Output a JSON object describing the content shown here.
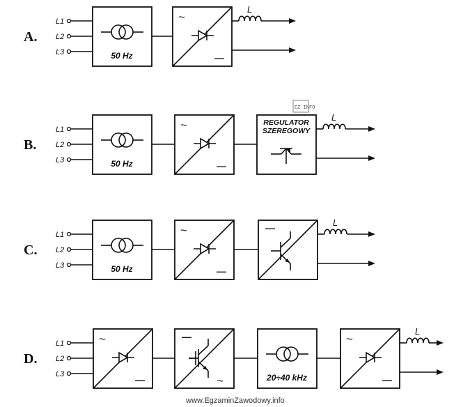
{
  "options": [
    {
      "label": "A.",
      "phases": [
        "L1",
        "L2",
        "L3"
      ],
      "blocks": [
        {
          "type": "transformer",
          "caption": "50 Hz"
        },
        {
          "type": "rectifier",
          "ac_symbol": "~",
          "dc_symbol": "—"
        }
      ],
      "output_inductor": "L"
    },
    {
      "label": "B.",
      "phases": [
        "L1",
        "L2",
        "L3"
      ],
      "blocks": [
        {
          "type": "transformer",
          "caption": "50 Hz"
        },
        {
          "type": "rectifier",
          "ac_symbol": "~",
          "dc_symbol": "—"
        },
        {
          "type": "series_regulator",
          "title_line1": "REGULATOR",
          "title_line2": "SZEREGOWY"
        }
      ],
      "output_inductor": "L"
    },
    {
      "label": "C.",
      "phases": [
        "L1",
        "L2",
        "L3"
      ],
      "blocks": [
        {
          "type": "transformer",
          "caption": "50 Hz"
        },
        {
          "type": "rectifier",
          "ac_symbol": "~",
          "dc_symbol": "—"
        },
        {
          "type": "transistor_switch",
          "dc_symbol": "—"
        }
      ],
      "output_inductor": "L"
    },
    {
      "label": "D.",
      "phases": [
        "L1",
        "L2",
        "L3"
      ],
      "blocks": [
        {
          "type": "rectifier",
          "ac_symbol": "~",
          "dc_symbol": "—"
        },
        {
          "type": "inverter",
          "dc_symbol": "—",
          "ac_symbol": "~"
        },
        {
          "type": "transformer",
          "caption": "20÷40 kHz"
        },
        {
          "type": "rectifier",
          "ac_symbol": "~",
          "dc_symbol": "—"
        }
      ],
      "output_inductor": "L"
    }
  ],
  "logo_text": "EZ INFO",
  "watermark": "www.EgzaminZawodowy.info"
}
